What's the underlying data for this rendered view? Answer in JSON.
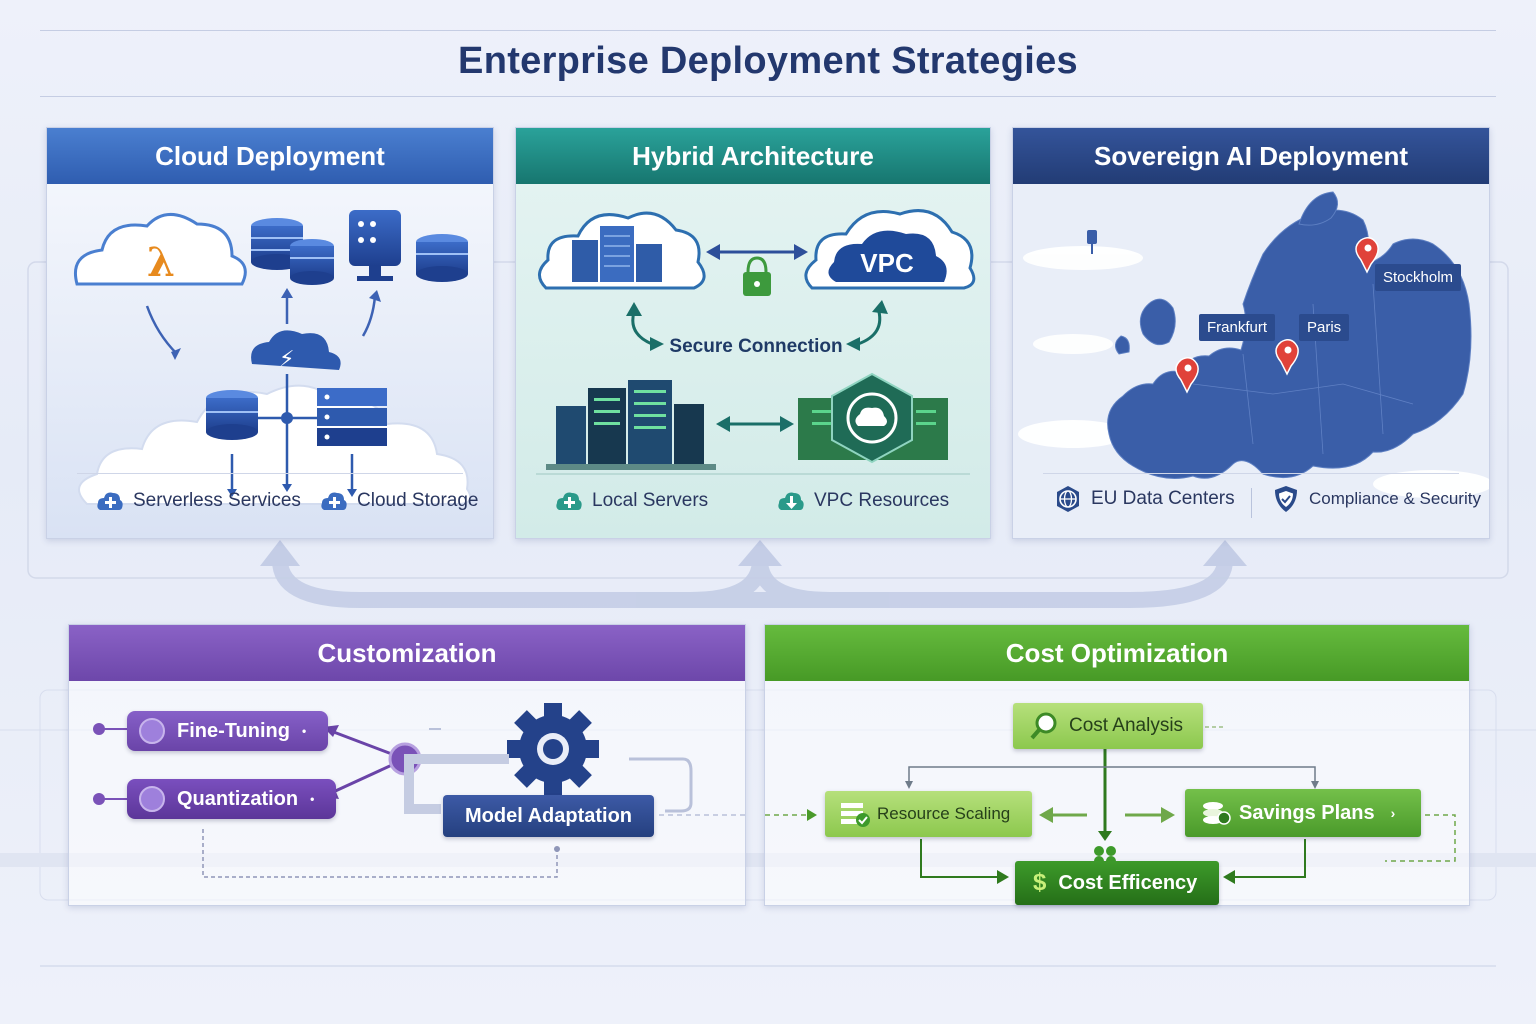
{
  "page": {
    "title": "Enterprise Deployment Strategies"
  },
  "colors": {
    "cloud_head": "#3b6cc0",
    "hybrid_head": "#1f8c86",
    "sovereign_head": "#2a4a8a",
    "custom_head": "#7a52b8",
    "cost_head": "#55a832",
    "title_text": "#23386e"
  },
  "panels": {
    "cloud": {
      "title": "Cloud Deployment",
      "footer": [
        {
          "label": "Serverless Services",
          "icon": "plus-cloud-icon"
        },
        {
          "label": "Cloud Storage",
          "icon": "plus-cloud-icon"
        }
      ]
    },
    "hybrid": {
      "title": "Hybrid Architecture",
      "vpc_label": "VPC",
      "connection_label": "Secure Connection",
      "footer": [
        {
          "label": "Local Servers",
          "icon": "plus-cloud-icon"
        },
        {
          "label": "VPC Resources",
          "icon": "download-cloud-icon"
        }
      ]
    },
    "sovereign": {
      "title": "Sovereign AI Deployment",
      "locations": [
        "Stockholm",
        "Frankfurt",
        "Paris"
      ],
      "footer": [
        {
          "label": "EU Data Centers",
          "icon": "globe-icon"
        },
        {
          "label": "Compliance & Security",
          "icon": "shield-icon"
        }
      ]
    },
    "customization": {
      "title": "Customization",
      "inputs": [
        "Fine-Tuning",
        "Quantization"
      ],
      "output": "Model Adaptation"
    },
    "cost": {
      "title": "Cost Optimization",
      "top": "Cost Analysis",
      "left": "Resource Scaling",
      "right": "Savings Plans",
      "bottom": "Cost Efficency",
      "bottom_symbol": "$"
    }
  }
}
